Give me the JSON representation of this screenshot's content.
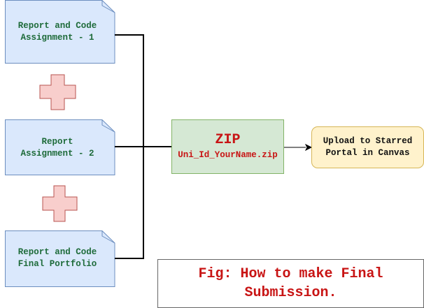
{
  "documents": [
    {
      "lines": [
        "Report and Code",
        "Assignment - 1"
      ]
    },
    {
      "lines": [
        "Report",
        "Assignment - 2"
      ]
    },
    {
      "lines": [
        "Report and Code",
        "Final Portfolio"
      ]
    }
  ],
  "zip": {
    "title": "ZIP",
    "filename": "Uni_Id_YourName.zip"
  },
  "upload": {
    "lines": [
      "Upload to Starred",
      "Portal in Canvas"
    ]
  },
  "caption": {
    "lines": [
      "Fig: How to make Final",
      "Submission."
    ]
  },
  "colors": {
    "doc_fill": "#dae8fc",
    "doc_border": "#6c8ebf",
    "doc_text": "#1e6b3a",
    "plus_fill": "#f8cecc",
    "plus_border": "#b85450",
    "zip_fill": "#d5e8d4",
    "zip_border": "#82b366",
    "zip_text": "#c81414",
    "upload_fill": "#fff2cc",
    "upload_border": "#d6b656",
    "caption_text": "#c81414",
    "connector": "#000000"
  },
  "icons": [
    "document-shape",
    "plus-icon",
    "arrow-icon"
  ]
}
